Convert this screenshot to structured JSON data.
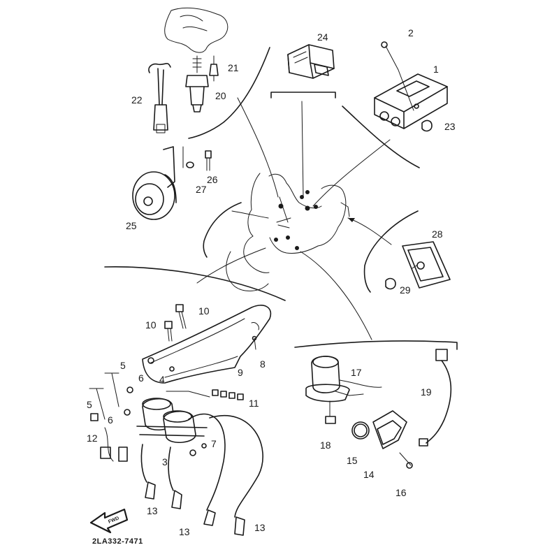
{
  "diagram": {
    "drawing_code": "2LA332-7471",
    "front_arrow_label": "FWD",
    "callouts": {
      "c1": "1",
      "c2": "2",
      "c3": "3",
      "c4": "4",
      "c5a": "5",
      "c5b": "5",
      "c6a": "6",
      "c6b": "6",
      "c7": "7",
      "c8": "8",
      "c9": "9",
      "c10a": "10",
      "c10b": "10",
      "c11": "11",
      "c12": "12",
      "c13a": "13",
      "c13b": "13",
      "c13c": "13",
      "c14": "14",
      "c15": "15",
      "c16": "16",
      "c17": "17",
      "c18": "18",
      "c19": "19",
      "c20": "20",
      "c21": "21",
      "c22": "22",
      "c23": "23",
      "c24": "24",
      "c25": "25",
      "c26": "26",
      "c27": "27",
      "c28": "28",
      "c29": "29"
    }
  }
}
